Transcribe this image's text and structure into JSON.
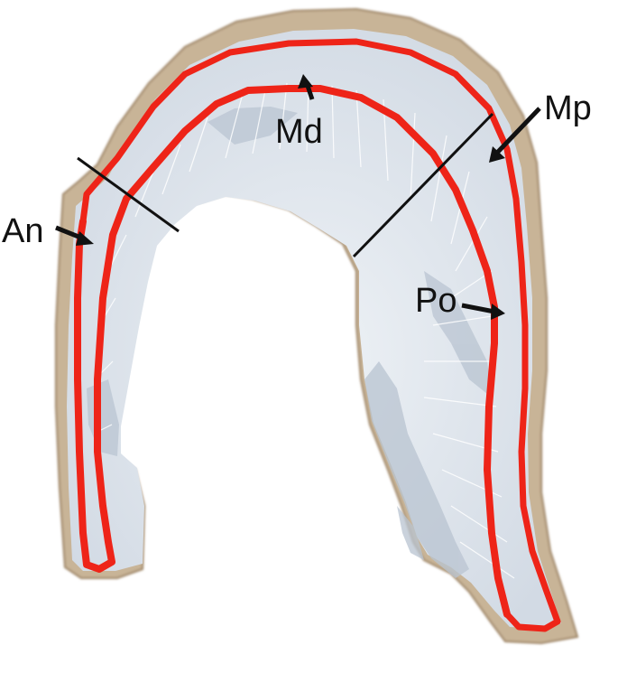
{
  "labels": {
    "anterior": "An",
    "medial": "Md",
    "posterior": "Po",
    "marginal": "Mp"
  },
  "colors": {
    "background": "#ffffff",
    "tissue_outer": "#b6a07f",
    "tissue_rim": "#e9dccd",
    "tissue_body": "#dfe6ee",
    "tissue_shadow": "#bfcad6",
    "fibers": "#ffffff",
    "contour": "#ee2418",
    "lines": "#111111"
  }
}
